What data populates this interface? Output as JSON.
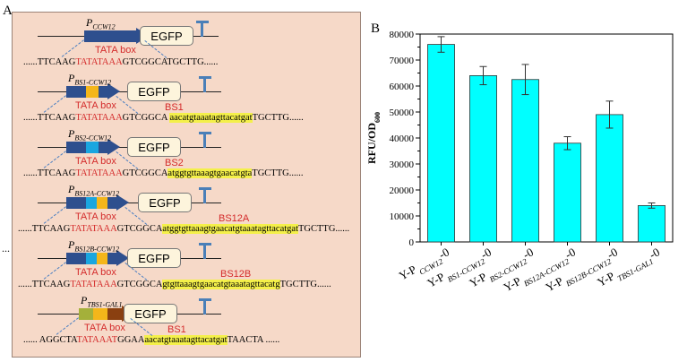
{
  "panels": {
    "a": "A",
    "b": "B"
  },
  "left_ellipsis": "...",
  "constructs": [
    {
      "label_main": "P",
      "label_sub": "CCW12",
      "egfp": "EGFP",
      "tata": "TATA box",
      "bs": "",
      "seq_pre": "......TTCAAG",
      "seq_tata": "TATATAAA",
      "seq_mid": "GTCGGCATGCTTG......",
      "seq_bs": "",
      "seq_post": ""
    },
    {
      "label_main": "P",
      "label_sub": "BS1-CCW12",
      "egfp": "EGFP",
      "tata": "TATA box",
      "bs": "BS1",
      "seq_pre": "......TTCAAG",
      "seq_tata": "TATATAAA",
      "seq_mid": "GTCGGCA ",
      "seq_bs": "aacatgtaaatagttacatgat",
      "seq_post": "TGCTTG......"
    },
    {
      "label_main": "P",
      "label_sub": "BS2-CCW12",
      "egfp": "EGFP",
      "tata": "TATA box",
      "bs": "BS2",
      "seq_pre": "......TTCAAG",
      "seq_tata": "TATATAAA",
      "seq_mid": "GTCGGCA",
      "seq_bs": "atggtgttaaagtgaacatgta",
      "seq_post": "TGCTTG......"
    },
    {
      "label_main": "P",
      "label_sub": "BS12A-CCW12",
      "egfp": "EGFP",
      "tata": "TATA box",
      "bs": "BS12A",
      "seq_pre": "......TTCAAG",
      "seq_tata": "TATATAAA",
      "seq_mid": "GTCGGCA",
      "seq_bs": "atggtgttaaagtgaacatgtaaatagttacatgat",
      "seq_post": "TGCTTG......"
    },
    {
      "label_main": "P",
      "label_sub": "BS12B-CCW12",
      "egfp": "EGFP",
      "tata": "TATA box",
      "bs": "BS12B",
      "seq_pre": "......TTCAAG",
      "seq_tata": "TATATAAA",
      "seq_mid": "GTCGGCA",
      "seq_bs": "gtgttaaagtgaacatgtaaatagttacatg",
      "seq_post": "TGCTTG......"
    },
    {
      "label_main": "P",
      "label_sub": "TBS1-GAL1",
      "egfp": "EGFP",
      "tata": "TATA box",
      "bs": "BS1",
      "seq_pre": "...... AGGCTA",
      "seq_tata": "TATAAAT",
      "seq_mid": "GGAA",
      "seq_bs": "aacatgtaaatagttacatgat",
      "seq_post": "TAACTA ......"
    }
  ],
  "colors": {
    "arrow": "#2e4f8e",
    "yellow": "#f4b61a",
    "cyan": "#1aa6e0",
    "olive": "#a4b03a",
    "brown": "#8a4010",
    "bar": "#00ffff"
  },
  "chart_data": {
    "type": "bar",
    "categories_main": [
      "Y-P",
      "Y-P",
      "Y-P",
      "Y-P",
      "Y-P",
      "Y-P"
    ],
    "categories_sub": [
      "CCW12",
      "BS1-CCW12",
      "BS2-CCW12",
      "BS12A-CCW12",
      "BS12B-CCW12",
      "TBS1-GAL1"
    ],
    "categories_suffix": "-0",
    "values": [
      76000,
      64000,
      62500,
      38000,
      49000,
      14000
    ],
    "errors": [
      3000,
      3500,
      5800,
      2500,
      5200,
      1000
    ],
    "ylabel_main": "RFU/OD",
    "ylabel_sub": "600",
    "ylim": [
      0,
      80000
    ],
    "yticks": [
      0,
      10000,
      20000,
      30000,
      40000,
      50000,
      60000,
      70000,
      80000
    ],
    "ytick_labels": [
      "0",
      "10000",
      "20000",
      "30000",
      "40000",
      "50000",
      "60000",
      "70000",
      "80000"
    ]
  }
}
